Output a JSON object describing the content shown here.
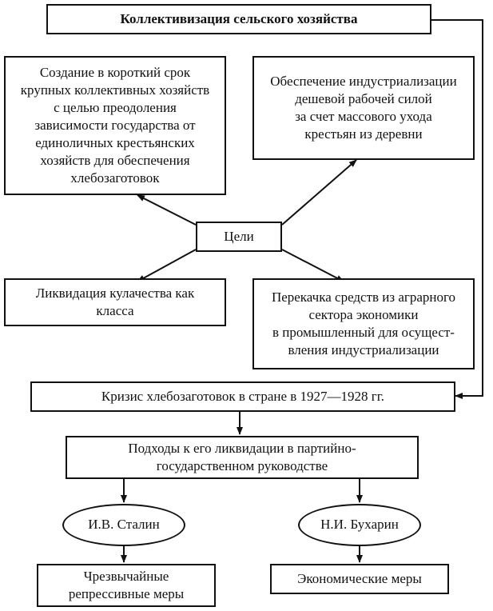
{
  "title": "Коллективизация сельского хозяйства",
  "goals": {
    "label": "Цели",
    "top_left": "Создание в короткий срок\nкрупных коллективных хозяйств\nс целью преодоления\nзависимости государства от\nединоличных крестьянских\nхозяйств для обеспечения\nхлебозаготовок",
    "top_right": "Обеспечение индустриализации\nдешевой рабочей силой\nза счет массового ухода\nкрестьян из деревни",
    "bottom_left": "Ликвидация кулачества как\nкласса",
    "bottom_right": "Перекачка средств из аграрного\nсектора экономики\nв промышленный для осущест-\nвления индустриализации"
  },
  "crisis": "Кризис хлебозаготовок в стране в 1927—1928 гг.",
  "approaches": "Подходы к его ликвидации в партийно-\nгосударственном руководстве",
  "stalin": {
    "name": "И.В. Сталин",
    "measures": "Чрезвычайные\nрепрессивные меры"
  },
  "bukharin": {
    "name": "Н.И. Бухарин",
    "measures": "Экономические меры"
  }
}
